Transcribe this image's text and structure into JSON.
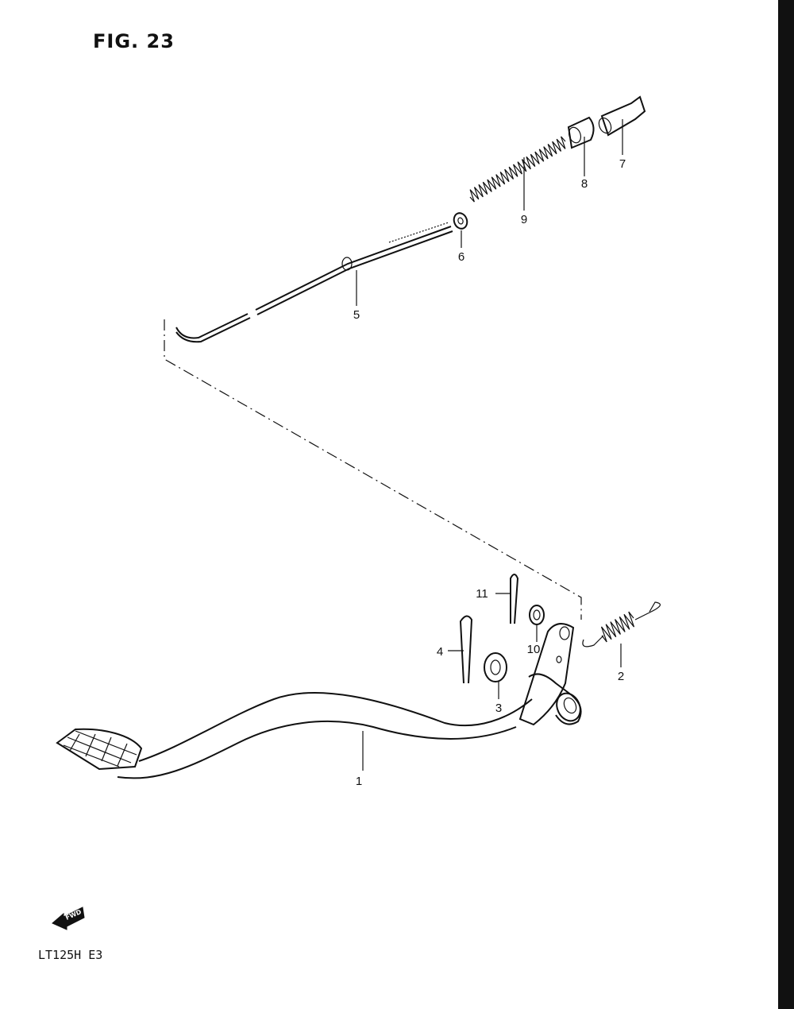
{
  "figure": {
    "title": "FIG. 23"
  },
  "model_code": "LT125H E3",
  "fwd_badge": {
    "label": "FWD"
  },
  "callouts": [
    "1",
    "2",
    "3",
    "4",
    "5",
    "6",
    "7",
    "8",
    "9",
    "10",
    "11"
  ]
}
